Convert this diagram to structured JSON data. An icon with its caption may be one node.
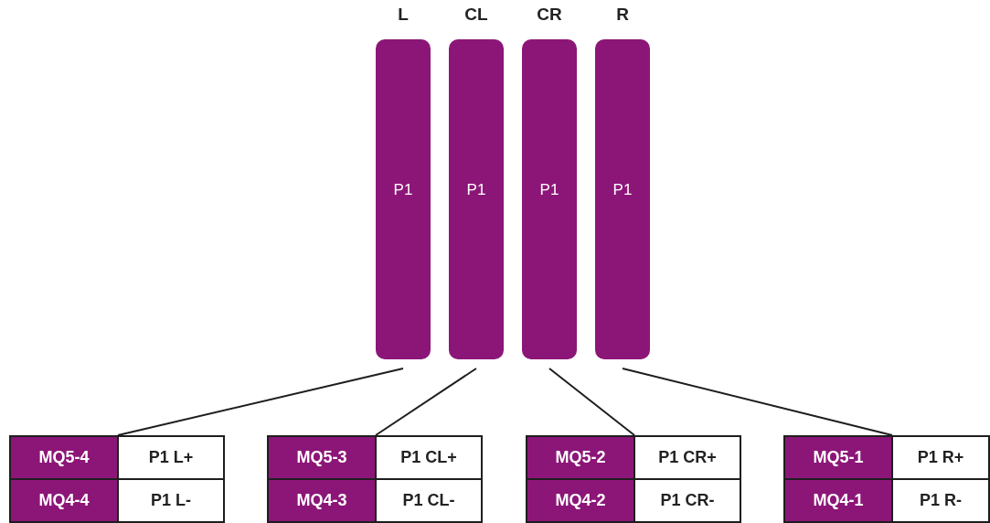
{
  "diagram": {
    "nodes": [
      {
        "text": [
          "L",
          "P1"
        ]
      },
      {
        "text": [
          "CL",
          "P1"
        ]
      },
      {
        "text": [
          "CR",
          "P1"
        ]
      },
      {
        "text": [
          "R",
          "P1"
        ]
      },
      {
        "text": [],
        "shape": "box"
      },
      {
        "text": [
          "MQ5-4"
        ],
        "in": 4
      },
      {
        "text": [
          "P1 L+"
        ],
        "in": 4
      },
      {
        "text": [
          "MQ4-4"
        ],
        "in": 4
      },
      {
        "text": [
          "P1 L-"
        ],
        "in": 4
      },
      {
        "text": [],
        "shape": "box"
      },
      {
        "text": [
          "MQ5-3"
        ],
        "in": 9
      },
      {
        "text": [
          "P1 CL+"
        ],
        "in": 9
      },
      {
        "text": [
          "MQ4-3"
        ],
        "in": 9
      },
      {
        "text": [
          "P1 CL-"
        ],
        "in": 9
      },
      {
        "text": [],
        "shape": "box"
      },
      {
        "text": [
          "MQ5-2"
        ],
        "in": 14
      },
      {
        "text": [
          "P1 CR+"
        ],
        "in": 14
      },
      {
        "text": [
          "MQ4-2"
        ],
        "in": 14
      },
      {
        "text": [
          "P1 CR-"
        ],
        "in": 14
      },
      {
        "text": [],
        "shape": "box"
      },
      {
        "text": [
          "MQ5-1"
        ],
        "in": 19
      },
      {
        "text": [
          "P1 R+"
        ],
        "in": 19
      },
      {
        "text": [
          "MQ4-1"
        ],
        "in": 19
      },
      {
        "text": [
          "P1 R-"
        ],
        "in": 19
      }
    ],
    "edges": [
      {
        "from": 0,
        "to": 4,
        "arrow": "none"
      },
      {
        "from": 1,
        "to": 9,
        "arrow": "none"
      },
      {
        "from": 2,
        "to": 14,
        "arrow": "none"
      },
      {
        "from": 3,
        "to": 19,
        "arrow": "none"
      }
    ]
  }
}
